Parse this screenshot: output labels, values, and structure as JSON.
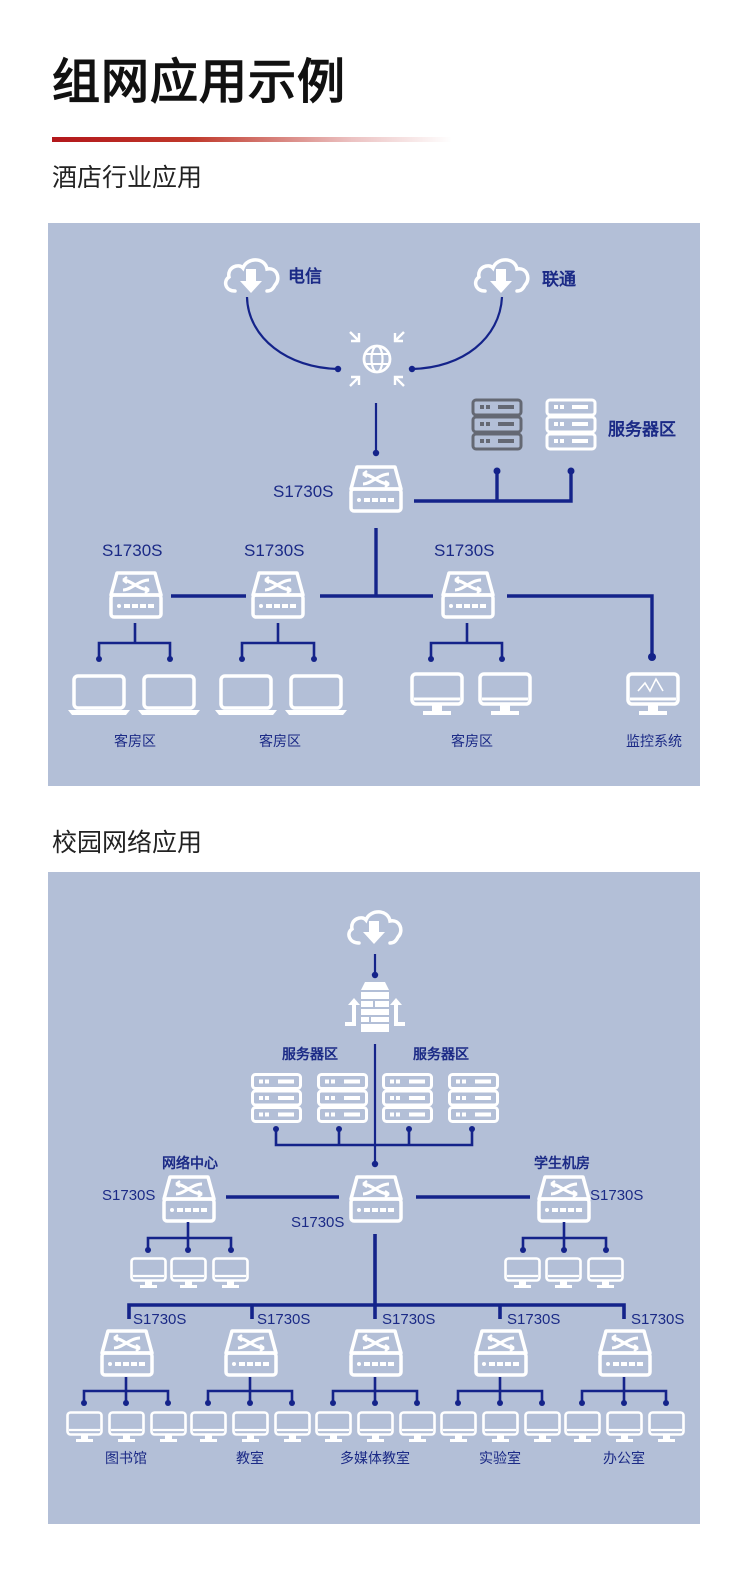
{
  "page_title": "组网应用示例",
  "colors": {
    "accent_bar": "#b3171b",
    "panel_background": "#b3bfd7",
    "link_line": "#14238a",
    "label_text": "#1b2a86",
    "device_icon": "#ffffff",
    "device_icon_dark": "#6b6e78"
  },
  "sections": [
    {
      "title": "酒店行业应用",
      "isp_labels": [
        "电信",
        "联通"
      ],
      "core_switch_label": "S1730S",
      "server_zone_label": "服务器区",
      "access_switch_labels": [
        "S1730S",
        "S1730S",
        "S1730S"
      ],
      "zone_labels": [
        "客房区",
        "客房区",
        "客房区",
        "监控系统"
      ]
    },
    {
      "title": "校园网络应用",
      "server_zone_labels": [
        "服务器区",
        "服务器区"
      ],
      "core_switch_label": "S1730S",
      "side_groups": [
        {
          "name": "网络中心",
          "switch_label": "S1730S"
        },
        {
          "name": "学生机房",
          "switch_label": "S1730S"
        }
      ],
      "access_switch_labels": [
        "S1730S",
        "S1730S",
        "S1730S",
        "S1730S",
        "S1730S"
      ],
      "zone_labels": [
        "图书馆",
        "教室",
        "多媒体教室",
        "实验室",
        "办公室"
      ]
    }
  ]
}
